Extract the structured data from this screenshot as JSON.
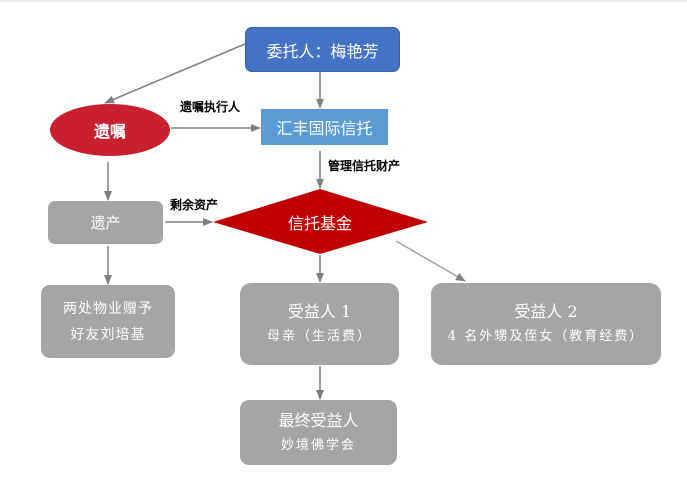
{
  "diagram": {
    "nodes": {
      "grantor": {
        "label": "委托人：梅艳芳",
        "color": "#4472c4"
      },
      "trustee": {
        "label": "汇丰国际信托",
        "color": "#5b9bd5"
      },
      "will": {
        "label": "遗嘱",
        "color": "#c8202f"
      },
      "estate": {
        "label": "遗产",
        "color": "#a5a5a5"
      },
      "trust_fund": {
        "label": "信托基金",
        "color": "#c00000"
      },
      "gift": {
        "line1": "两处物业赠予",
        "line2": "好友刘培基",
        "color": "#a5a5a5"
      },
      "beneficiary1": {
        "title": "受益人 1",
        "subtitle": "母亲（生活费）",
        "color": "#a5a5a5"
      },
      "beneficiary2": {
        "title": "受益人 2",
        "subtitle": "4 名外甥及侄女（教育经费）",
        "color": "#a5a5a5"
      },
      "final_beneficiary": {
        "title": "最终受益人",
        "subtitle": "妙境佛学会",
        "color": "#a5a5a5"
      }
    },
    "edge_labels": {
      "executor": "遗嘱执行人",
      "manage": "管理信托财产",
      "residual": "剩余资产"
    },
    "edges": [
      {
        "from": "grantor",
        "to": "will"
      },
      {
        "from": "grantor",
        "to": "trustee"
      },
      {
        "from": "will",
        "to": "trustee",
        "label": "遗嘱执行人"
      },
      {
        "from": "will",
        "to": "estate"
      },
      {
        "from": "trustee",
        "to": "trust_fund",
        "label": "管理信托财产"
      },
      {
        "from": "estate",
        "to": "trust_fund",
        "label": "剩余资产"
      },
      {
        "from": "estate",
        "to": "gift"
      },
      {
        "from": "trust_fund",
        "to": "beneficiary1"
      },
      {
        "from": "trust_fund",
        "to": "beneficiary2"
      },
      {
        "from": "beneficiary1",
        "to": "final_beneficiary"
      }
    ],
    "edge_color": "#7f7f7f"
  }
}
